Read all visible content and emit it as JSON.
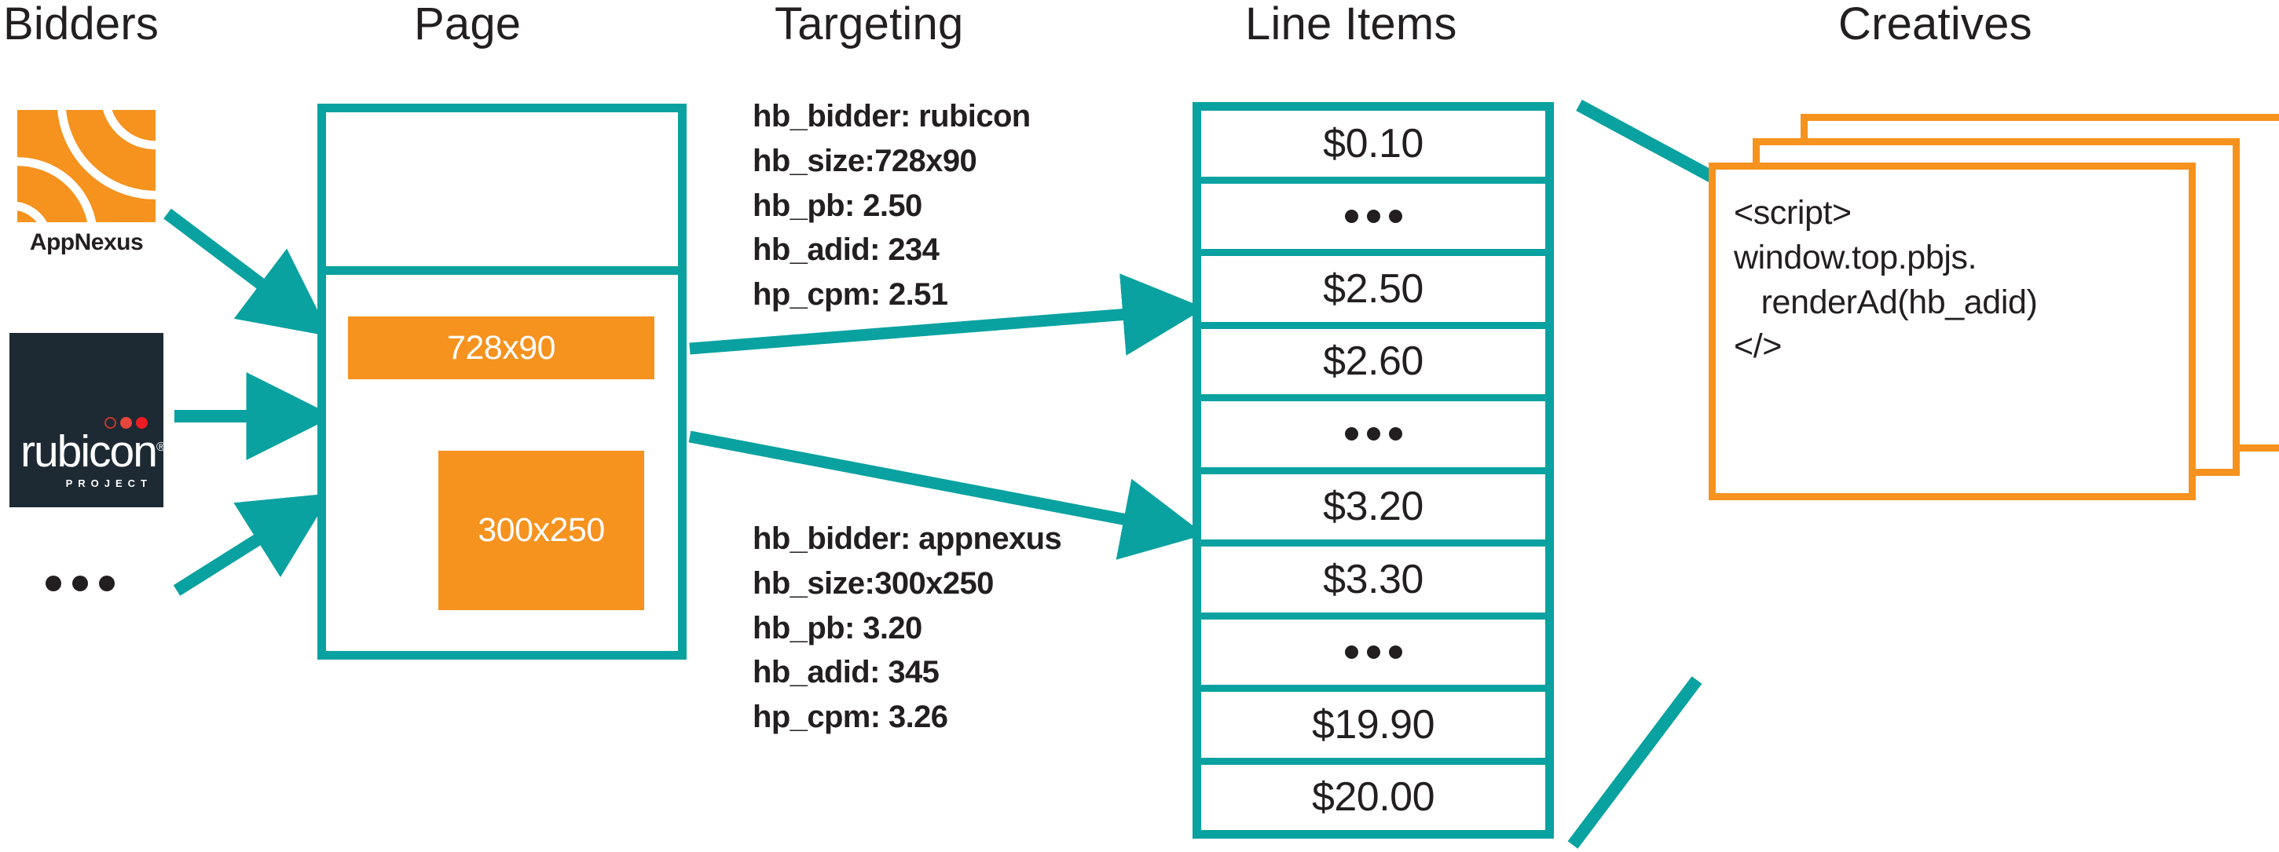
{
  "columns": {
    "bidders": "Bidders",
    "page": "Page",
    "targeting": "Targeting",
    "line_items": "Line Items",
    "creatives": "Creatives"
  },
  "colors": {
    "teal": "#0aa2a0",
    "orange": "#f6921e",
    "ink": "#231f20",
    "rubicon_navy": "#1d2a33",
    "rubicon_red": "#ed1c24"
  },
  "bidders": {
    "appnexus": {
      "label": "AppNexus",
      "icon": "appnexus-logo-icon"
    },
    "rubicon": {
      "wordmark": "rubicon",
      "registered": "®",
      "subtitle": "PROJECT",
      "icon": "rubicon-project-logo-icon"
    },
    "more": "•••"
  },
  "page": {
    "ad_slot_top": "728x90",
    "ad_slot_bottom": "300x250"
  },
  "targeting": {
    "blocks": [
      {
        "id": "targeting-rubicon",
        "text": "hb_bidder: rubicon\nhb_size:728x90\nhb_pb: 2.50\nhb_adid: 234\nhp_cpm: 2.51",
        "keys": [
          "hb_bidder",
          "hb_size",
          "hb_pb",
          "hb_adid",
          "hp_cpm"
        ],
        "values": [
          "rubicon",
          "728x90",
          "2.50",
          "234",
          "2.51"
        ]
      },
      {
        "id": "targeting-appnexus",
        "text": "hb_bidder: appnexus\nhb_size:300x250\nhb_pb: 3.20\nhb_adid: 345\nhp_cpm: 3.26",
        "keys": [
          "hb_bidder",
          "hb_size",
          "hb_pb",
          "hb_adid",
          "hp_cpm"
        ],
        "values": [
          "appnexus",
          "300x250",
          "3.20",
          "345",
          "3.26"
        ]
      }
    ]
  },
  "line_items": {
    "rows": [
      {
        "label": "$0.10",
        "type": "price"
      },
      {
        "label": "•••",
        "type": "ellipsis"
      },
      {
        "label": "$2.50",
        "type": "price"
      },
      {
        "label": "$2.60",
        "type": "price"
      },
      {
        "label": "•••",
        "type": "ellipsis"
      },
      {
        "label": "$3.20",
        "type": "price"
      },
      {
        "label": "$3.30",
        "type": "price"
      },
      {
        "label": "•••",
        "type": "ellipsis"
      },
      {
        "label": "$19.90",
        "type": "price"
      },
      {
        "label": "$20.00",
        "type": "price"
      }
    ]
  },
  "creatives": {
    "card_count": 3,
    "code": "<script>\nwindow.top.pbjs.\n   renderAd(hb_adid)\n</>"
  }
}
